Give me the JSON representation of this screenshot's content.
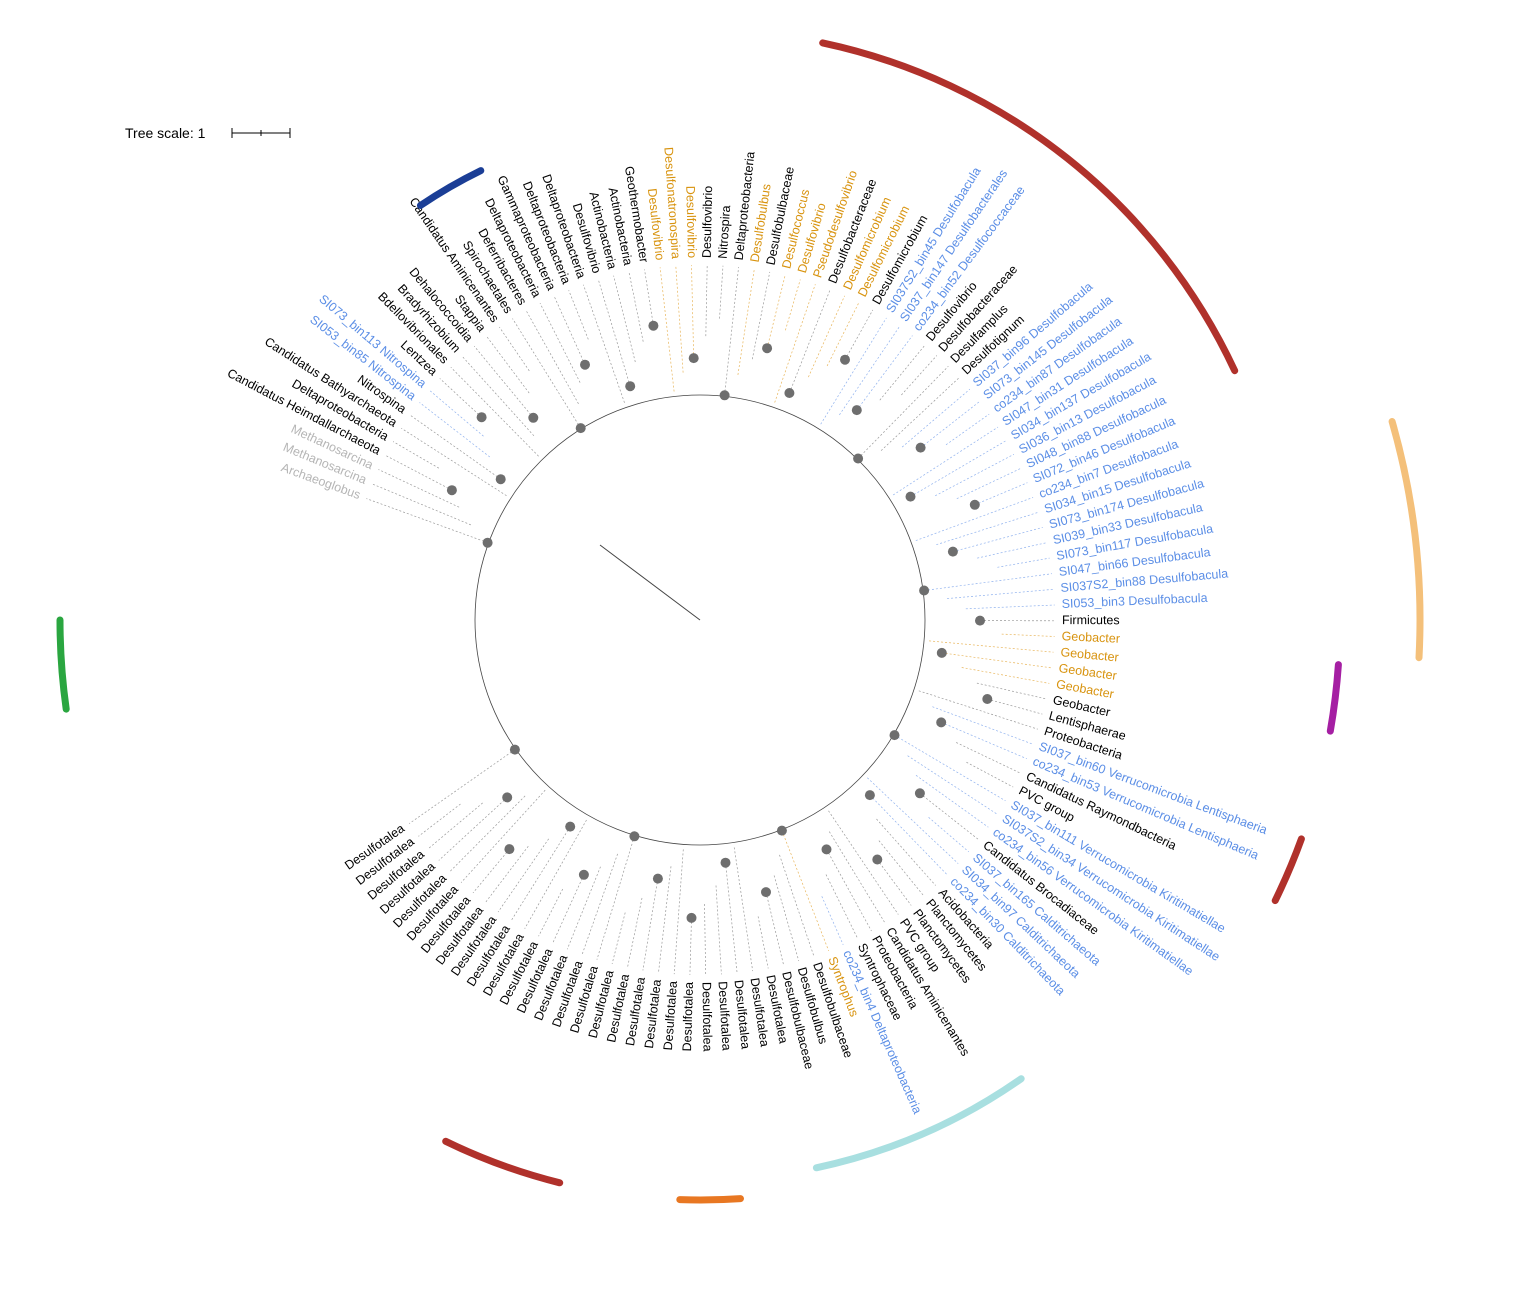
{
  "tree_scale": {
    "label": "Tree scale: 1"
  },
  "colors": {
    "black": "#000000",
    "blue": "#5b8ee6",
    "orange": "#d8930e",
    "gray": "#b5b5b5",
    "node": "#6e6e6e"
  },
  "tips": [
    {
      "label": "Archaeoglobus",
      "color": "gray"
    },
    {
      "label": "Methanosarcina",
      "color": "gray"
    },
    {
      "label": "Methanosarcina",
      "color": "gray"
    },
    {
      "label": "Candidatus Heimdallarchaeota",
      "color": "black"
    },
    {
      "label": "Deltaproteobacteria",
      "color": "black"
    },
    {
      "label": "Candidatus Bathyarchaeota",
      "color": "black"
    },
    {
      "label": "Nitrospina",
      "color": "black"
    },
    {
      "label": "SI053_bin85 Nitrospina",
      "color": "blue"
    },
    {
      "label": "SI073_bin113 Nitrospina",
      "color": "blue",
      "star": true
    },
    {
      "label": "Lentzea",
      "color": "black"
    },
    {
      "label": "Bdellovibrionales",
      "color": "black"
    },
    {
      "label": "Bradyrhizobium",
      "color": "black"
    },
    {
      "label": "Dehalococcoidia",
      "color": "black"
    },
    {
      "label": "Stappia",
      "color": "black"
    },
    {
      "label": "Candidatus Aminicenantes",
      "color": "black"
    },
    {
      "label": "Spirochaetales",
      "color": "black"
    },
    {
      "label": "Deferribacteres",
      "color": "black"
    },
    {
      "label": "Deltaproteobacteria",
      "color": "black"
    },
    {
      "label": "Gammaproteobacteria",
      "color": "black"
    },
    {
      "label": "Deltaproteobacteria",
      "color": "black"
    },
    {
      "label": "Deltaproteobacteria",
      "color": "black"
    },
    {
      "label": "Desulfovibrio",
      "color": "black"
    },
    {
      "label": "Actinobacteria",
      "color": "black"
    },
    {
      "label": "Actinobacteria",
      "color": "black"
    },
    {
      "label": "Geothermobacter",
      "color": "black"
    },
    {
      "label": "Desulfovibrio",
      "color": "orange"
    },
    {
      "label": "Desulfonatronospira",
      "color": "orange"
    },
    {
      "label": "Desulfovibrio",
      "color": "orange"
    },
    {
      "label": "Desulfovibrio",
      "color": "black"
    },
    {
      "label": "Nitrospira",
      "color": "black"
    },
    {
      "label": "Deltaproteobacteria",
      "color": "black"
    },
    {
      "label": "Desulfobulbus",
      "color": "orange"
    },
    {
      "label": "Desulfobulbaceae",
      "color": "black"
    },
    {
      "label": "Desulfococcus",
      "color": "orange"
    },
    {
      "label": "Desulfovibrio",
      "color": "orange"
    },
    {
      "label": "Pseudodesulfovibrio",
      "color": "orange"
    },
    {
      "label": "Desulfobacteraceae",
      "color": "black"
    },
    {
      "label": "Desulfomicrobium",
      "color": "orange"
    },
    {
      "label": "Desulfomicrobium",
      "color": "orange"
    },
    {
      "label": "Desulfomicrobium",
      "color": "black"
    },
    {
      "label": "SI037S2_bin45 Desulfobacula",
      "color": "blue"
    },
    {
      "label": "SI037_bin147 Desulfobacterales",
      "color": "blue",
      "star": true
    },
    {
      "label": "co234_bin52 Desulfococcaceae",
      "color": "blue"
    },
    {
      "label": "Desulfovibrio",
      "color": "black"
    },
    {
      "label": "Desulfobacteraceae",
      "color": "black"
    },
    {
      "label": "Desulfamplus",
      "color": "black"
    },
    {
      "label": "Desulfotignum",
      "color": "black"
    },
    {
      "label": "SI037_bin96 Desulfobacula",
      "color": "blue",
      "star": true
    },
    {
      "label": "SI073_bin145 Desulfobacula",
      "color": "blue",
      "star": true
    },
    {
      "label": "co234_bin87 Desulfobacula",
      "color": "blue"
    },
    {
      "label": "SI047_bin31 Desulfobacula",
      "color": "blue",
      "star": true
    },
    {
      "label": "SI034_bin137 Desulfobacula",
      "color": "blue",
      "star": true
    },
    {
      "label": "SI036_bin13 Desulfobacula",
      "color": "blue"
    },
    {
      "label": "SI048_bin88 Desulfobacula",
      "color": "blue"
    },
    {
      "label": "SI072_bin46 Desulfobacula",
      "color": "blue"
    },
    {
      "label": "co234_bin7 Desulfobacula",
      "color": "blue"
    },
    {
      "label": "SI034_bin15 Desulfobacula",
      "color": "blue"
    },
    {
      "label": "SI073_bin174 Desulfobacula",
      "color": "blue"
    },
    {
      "label": "SI039_bin33 Desulfobacula",
      "color": "blue"
    },
    {
      "label": "SI073_bin117 Desulfobacula",
      "color": "blue"
    },
    {
      "label": "SI047_bin66 Desulfobacula",
      "color": "blue"
    },
    {
      "label": "SI037S2_bin88 Desulfobacula",
      "color": "blue"
    },
    {
      "label": "SI053_bin3 Desulfobacula",
      "color": "blue"
    },
    {
      "label": "Firmicutes",
      "color": "black"
    },
    {
      "label": "Geobacter",
      "color": "orange"
    },
    {
      "label": "Geobacter",
      "color": "orange"
    },
    {
      "label": "Geobacter",
      "color": "orange"
    },
    {
      "label": "Geobacter",
      "color": "orange"
    },
    {
      "label": "Geobacter",
      "color": "black"
    },
    {
      "label": "Lentisphaerae",
      "color": "black"
    },
    {
      "label": "Proteobacteria",
      "color": "black"
    },
    {
      "label": "SI037_bin60 Verrucomicrobia Lentisphaeria",
      "color": "blue",
      "star": true
    },
    {
      "label": "co234_bin53 Verrucomicrobia Lentisphaeria",
      "color": "blue"
    },
    {
      "label": "Candidatus Raymondbacteria",
      "color": "black"
    },
    {
      "label": "PVC group",
      "color": "black"
    },
    {
      "label": "SI037_bin111 Verrucomicrobia Kiritimatiellae",
      "color": "blue"
    },
    {
      "label": "SI037S2_bin34 Verrucomicrobia Kiritimatiellae",
      "color": "blue",
      "star": true
    },
    {
      "label": "co234_bin56 Verrucomicrobia Kiritimatiellae",
      "color": "blue",
      "star": true
    },
    {
      "label": "Candidatus Brocadiaceae",
      "color": "black"
    },
    {
      "label": "SI037_bin165 Calditrichaeota",
      "color": "blue"
    },
    {
      "label": "SI034_bin97 Calditrichaeota",
      "color": "blue"
    },
    {
      "label": "co234_bin30 Calditrichaeota",
      "color": "blue",
      "star": true
    },
    {
      "label": "Acidobacteria",
      "color": "black"
    },
    {
      "label": "Planctomycetes",
      "color": "black"
    },
    {
      "label": "Planctomycetes",
      "color": "black"
    },
    {
      "label": "PVC group",
      "color": "black"
    },
    {
      "label": "Candidatus Aminicenantes",
      "color": "black"
    },
    {
      "label": "Proteobacteria",
      "color": "black"
    },
    {
      "label": "Syntrophaceae",
      "color": "black"
    },
    {
      "label": "co234_bin4 Deltaproteobacteria",
      "color": "blue",
      "star": true
    },
    {
      "label": "Syntrophus",
      "color": "orange"
    },
    {
      "label": "Desulfobulbaceae",
      "color": "black"
    },
    {
      "label": "Desulfobulbus",
      "color": "black"
    },
    {
      "label": "Desulfobulbaceae",
      "color": "black"
    },
    {
      "label": "Desulfotalea",
      "color": "black"
    },
    {
      "label": "Desulfotalea",
      "color": "black"
    },
    {
      "label": "Desulfotalea",
      "color": "black"
    },
    {
      "label": "Desulfotalea",
      "color": "black"
    },
    {
      "label": "Desulfotalea",
      "color": "black"
    },
    {
      "label": "Desulfotalea",
      "color": "black"
    },
    {
      "label": "Desulfotalea",
      "color": "black"
    },
    {
      "label": "Desulfotalea",
      "color": "black"
    },
    {
      "label": "Desulfotalea",
      "color": "black"
    },
    {
      "label": "Desulfotalea",
      "color": "black"
    },
    {
      "label": "Desulfotalea",
      "color": "black"
    },
    {
      "label": "Desulfotalea",
      "color": "black"
    },
    {
      "label": "Desulfotalea",
      "color": "black"
    },
    {
      "label": "Desulfotalea",
      "color": "black"
    },
    {
      "label": "Desulfotalea",
      "color": "black"
    },
    {
      "label": "Desulfotalea",
      "color": "black"
    },
    {
      "label": "Desulfotalea",
      "color": "black"
    },
    {
      "label": "Desulfotalea",
      "color": "black"
    },
    {
      "label": "Desulfotalea",
      "color": "black"
    },
    {
      "label": "Desulfotalea",
      "color": "black"
    },
    {
      "label": "Desulfotalea",
      "color": "black"
    },
    {
      "label": "Desulfotalea",
      "color": "black"
    },
    {
      "label": "Desulfotalea",
      "color": "black"
    },
    {
      "label": "Desulfotalea",
      "color": "black"
    },
    {
      "label": "Desulfotalea",
      "color": "black"
    },
    {
      "label": "Desulfotalea",
      "color": "black"
    },
    {
      "label": "Desulfotalea",
      "color": "black"
    }
  ]
}
